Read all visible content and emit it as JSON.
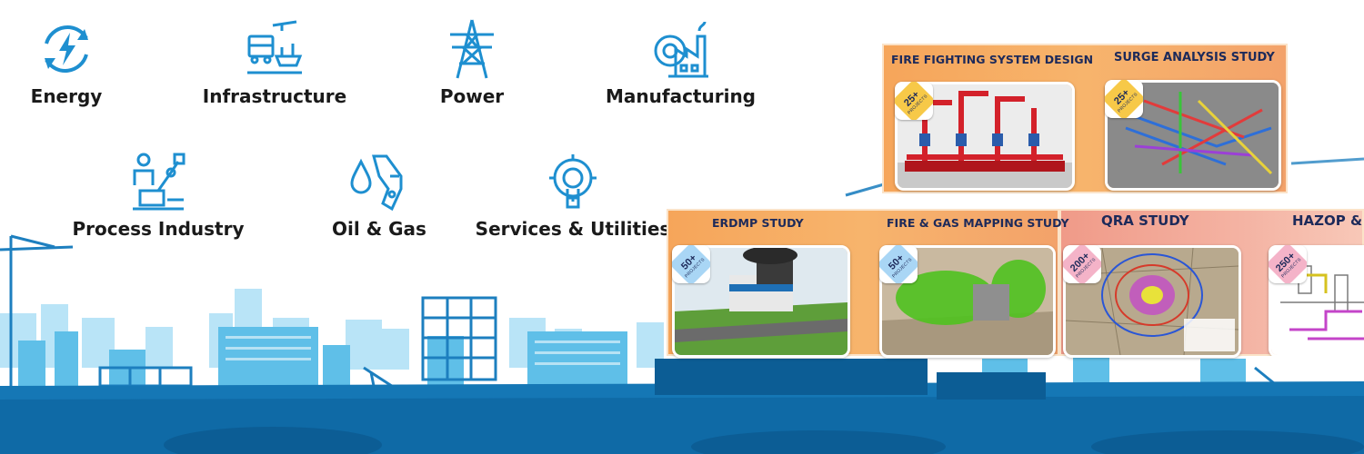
{
  "industries": [
    {
      "label": "Energy",
      "icon": "energy-cycle-icon"
    },
    {
      "label": "Infrastructure",
      "icon": "infrastructure-icon"
    },
    {
      "label": "Power",
      "icon": "power-tower-icon"
    },
    {
      "label": "Manufacturing",
      "icon": "factory-gear-icon"
    },
    {
      "label": "Process Industry",
      "icon": "robot-arm-icon"
    },
    {
      "label": "Oil & Gas",
      "icon": "fuel-nozzle-icon"
    },
    {
      "label": "Services & Utilities",
      "icon": "service-gear-icon"
    }
  ],
  "studies": [
    {
      "title": "FIRE FIGHTING SYSTEM DESIGN",
      "badge_num": "25+",
      "badge_sub": "PROJECTS"
    },
    {
      "title": "SURGE ANALYSIS STUDY",
      "badge_num": "25+",
      "badge_sub": "PROJECTS"
    },
    {
      "title": "ERDMP STUDY",
      "badge_num": "50+",
      "badge_sub": "PROJECTS"
    },
    {
      "title": "FIRE & GAS MAPPING STUDY",
      "badge_num": "50+",
      "badge_sub": "PROJECTS"
    },
    {
      "title": "QRA STUDY",
      "badge_num": "200+",
      "badge_sub": "PROJECTS"
    },
    {
      "title": "HAZOP & S",
      "badge_num": "250+",
      "badge_sub": "PROJECTS"
    }
  ],
  "colors": {
    "icon_blue": "#1e8fd0",
    "skyline_light": "#8fd3f2",
    "skyline_mid": "#3aa6dc",
    "skyline_dark": "#1577b5",
    "title_navy": "#1d2a5a",
    "panel_orange": "#f6a55a"
  }
}
